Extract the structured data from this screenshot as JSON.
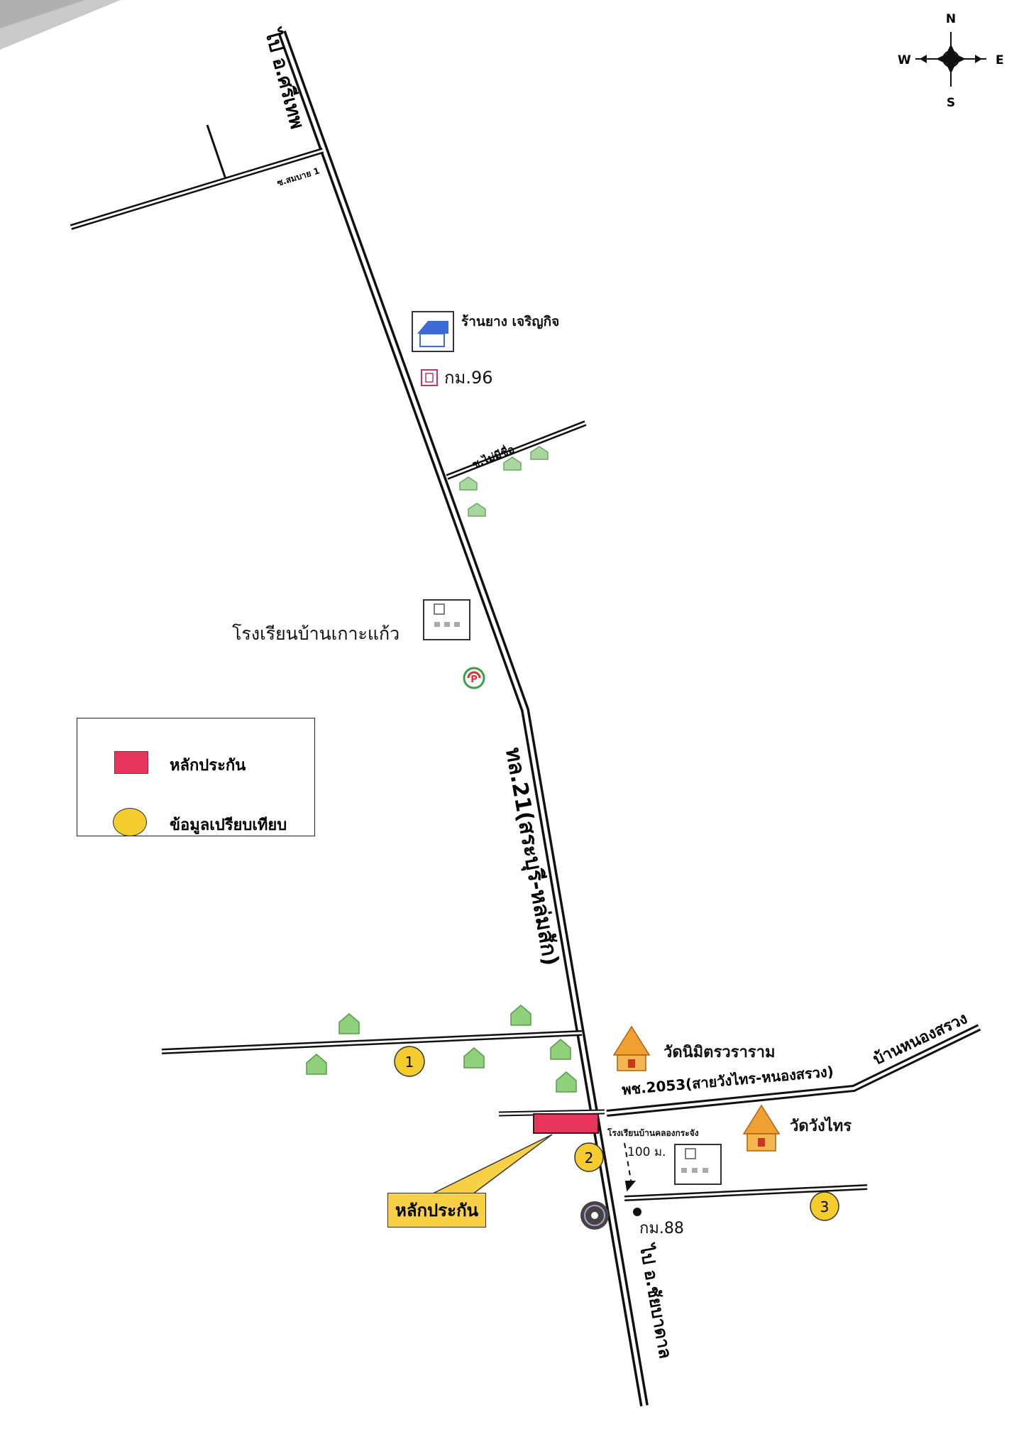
{
  "compass": {
    "n": "N",
    "s": "S",
    "e": "E",
    "w": "W"
  },
  "roads": {
    "to_north": "ไป อ.ศรีเทพ",
    "soi_1": "ซ.สมบาย 1",
    "soi_nameless": "ซ.ไม่มีชื่อ",
    "highway": "ทล.21(สระบุรี-หล่มสัก)",
    "to_south": "ไป อ.ชัยบาดาล",
    "branch_road": "พช.2053(สายวังไทร-หนองสรวง)",
    "village_east": "บ้านหนองสรวง"
  },
  "places": {
    "shop": "ร้านยาง เจริญกิจ",
    "km96": "กม.96",
    "school_north": "โรงเรียนบ้านเกาะแก้ว",
    "temple1": "วัดนิมิตรวราราม",
    "temple2": "วัดวังไทร",
    "school_south": "โรงเรียนบ้านคลองกระจัง",
    "distance": "100 ม.",
    "km88": "กม.88"
  },
  "legend": {
    "collateral": "หลักประกัน",
    "comparison": "ข้อมูลเปรียบเทียบ"
  },
  "callout": "หลักประกัน",
  "markers": [
    "1",
    "2",
    "3"
  ],
  "colors": {
    "collateral": "#e8345a",
    "comparison": "#f5cc2e",
    "house": "#8fd07a",
    "temple": "#f0a030"
  }
}
